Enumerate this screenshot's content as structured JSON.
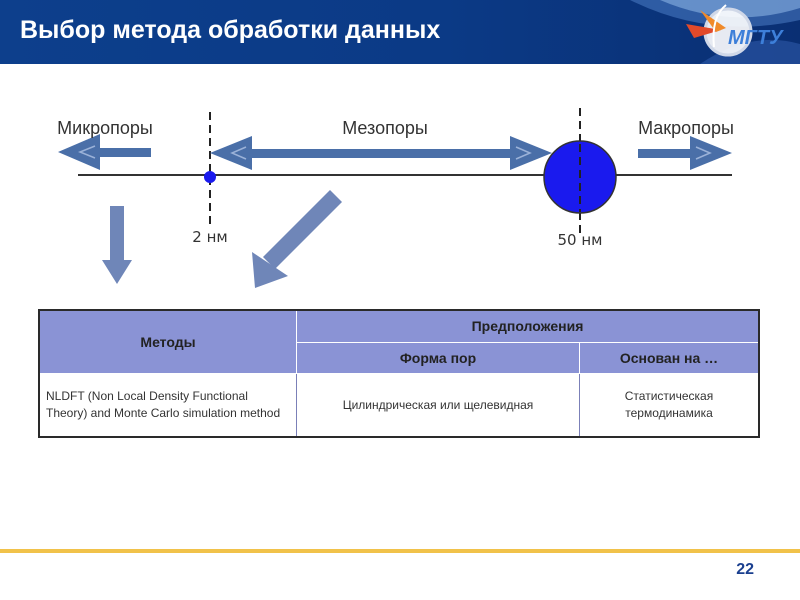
{
  "header": {
    "title": "Выбор метода обработки данных",
    "logo_text": "МГТУ",
    "bg_color": "#0d3f8c"
  },
  "diagram": {
    "labels": {
      "micro": "Микропоры",
      "meso": "Мезопоры",
      "macro": "Макропоры",
      "tick_2": "2 нм",
      "tick_50": "50 нм"
    },
    "arrow_color": "#4a6fa8",
    "circle_color": "#1a1aee"
  },
  "table": {
    "header_methods": "Методы",
    "header_assumptions": "Предположения",
    "sub_pore_shape": "Форма пор",
    "sub_based_on": "Основан на …",
    "rows": [
      {
        "method": "NLDFT (Non Local Density Functional Theory) and Monte Carlo simulation method",
        "pore_shape": "Цилиндрическая или щелевидная",
        "based_on": "Статистическая термодинамика"
      }
    ],
    "header_color": "#8a93d5"
  },
  "footer": {
    "page_number": "22",
    "line_color": "#f1c24a"
  }
}
